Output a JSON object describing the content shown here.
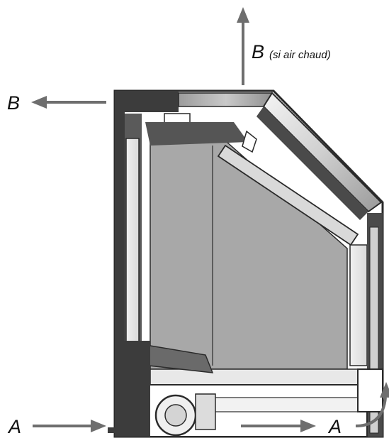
{
  "labels": {
    "b_left": "B",
    "b_top": "B",
    "b_top_note": "(si air chaud)",
    "a_left": "A",
    "a_right": "A"
  },
  "colors": {
    "arrow": "#6e6e6e",
    "outline": "#2a2a2a",
    "panel_gray": "#a8a8a8",
    "frame_dark": "#3c3c3c",
    "glass_light": "#d8d8d8"
  }
}
